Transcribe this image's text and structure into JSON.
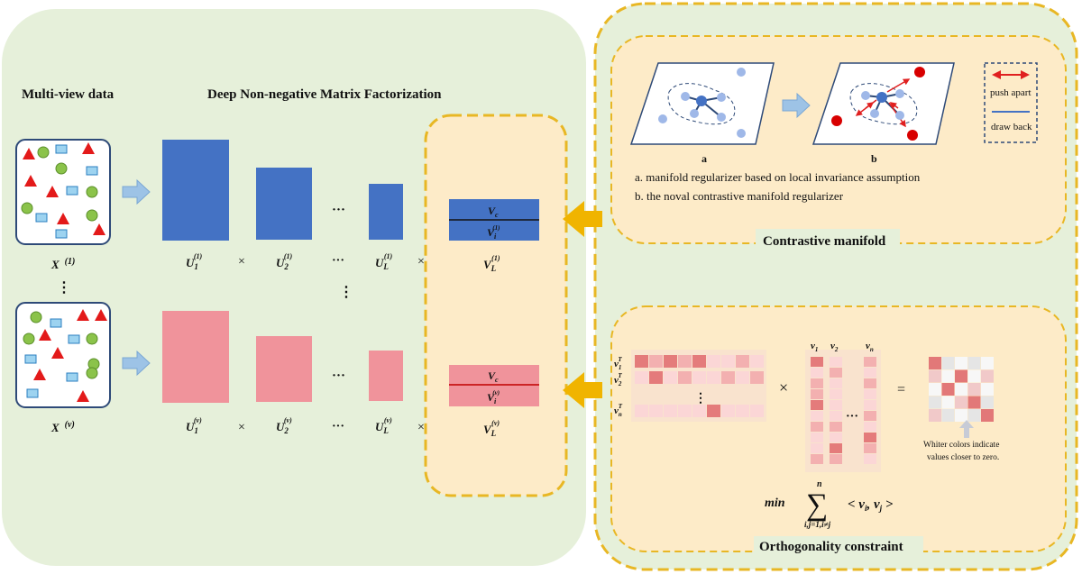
{
  "left_panel": {
    "multiview_title": "Multi-view data",
    "dnmf_title": "Deep Non-negative Matrix Factorization"
  },
  "view1": {
    "x_label": "X",
    "x_sup": "(1)",
    "u_sup": "(1)",
    "u1": "U",
    "u1_sub": "1",
    "u2": "U",
    "u2_sub": "2",
    "uL": "U",
    "uL_sub": "L",
    "v_L": "V",
    "v_L_sub": "L",
    "v_L_sup": "(1)",
    "vc": "V",
    "vc_sub": "c",
    "vi": "V",
    "vi_sub": "i",
    "vi_sup": "(1)"
  },
  "view2": {
    "x_label": "X",
    "x_sup": "(v)",
    "u_sup": "(v)",
    "v_L_sup": "(v)",
    "vi_sup": "(v)"
  },
  "symbols": {
    "times": "×",
    "ellipsis": "···",
    "vdots": "⋮",
    "equals": "="
  },
  "contrastive": {
    "title": "Contrastive manifold",
    "label_a": "a",
    "label_b": "b",
    "caption_a": "a. manifold regularizer based on local invariance assumption",
    "caption_b": "b. the noval contrastive manifold regularizer",
    "legend_push": "push apart",
    "legend_draw": "draw back"
  },
  "orthogonality": {
    "title": "Orthogonality constraint",
    "row1": "v",
    "row1_sub": "1",
    "row2_sub": "2",
    "rown_sub": "n",
    "row_sup": "T",
    "col1_sub": "1",
    "col2_sub": "2",
    "coln_sub": "n",
    "note_line1": "Whiter colors indicate",
    "note_line2": "values closer to zero.",
    "formula_min": "min",
    "formula_sum": "∑",
    "formula_top": "n",
    "formula_bottom": "i,j=1,i≠j",
    "formula_body": "< v",
    "formula_i": "i",
    "formula_comma": ", v",
    "formula_j": "j",
    "formula_end": " >"
  },
  "colors": {
    "blue": "#4472c4",
    "pink": "#f0939b",
    "panel_green": "#e6f0da",
    "panel_yellow": "#fdebc8",
    "dash_gold": "#e8b724",
    "arrow_gold": "#f0b400",
    "arrow_blue": "#9dc3e6"
  }
}
